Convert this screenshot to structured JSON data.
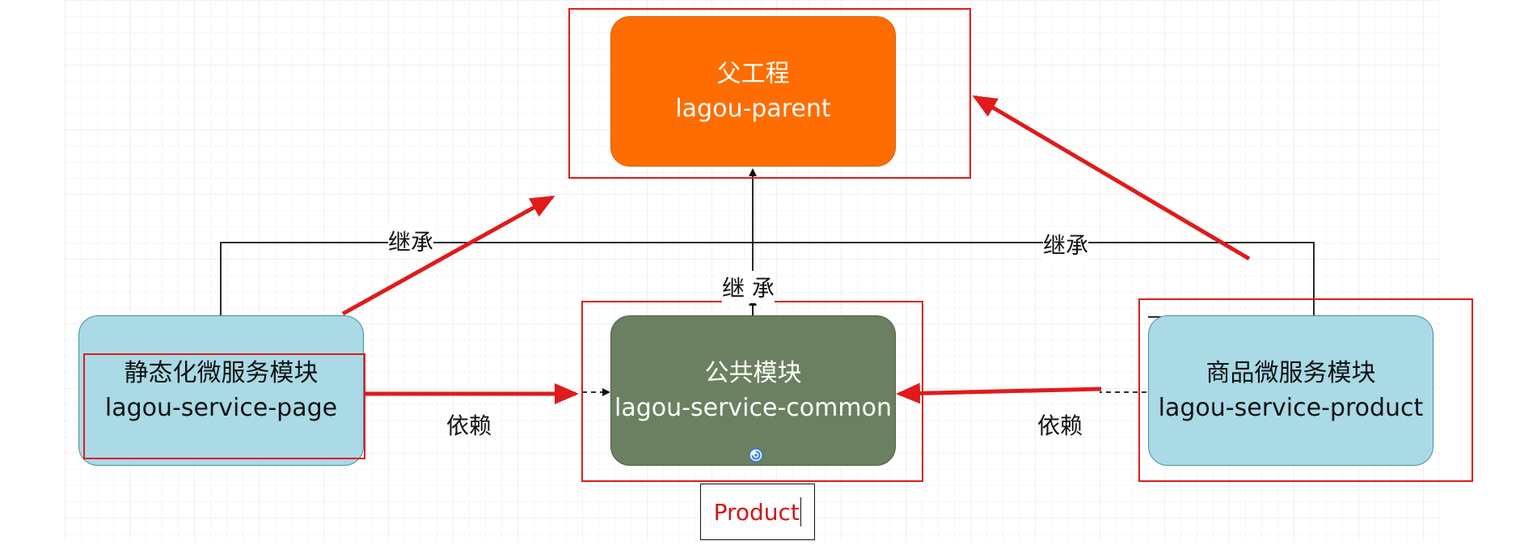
{
  "nodes": {
    "parent": {
      "line1": "父工程",
      "line2": "lagou-parent"
    },
    "common": {
      "line1": "公共模块",
      "line2": "lagou-service-common"
    },
    "page": {
      "line1": "静态化微服务模块",
      "line2": "lagou-service-page"
    },
    "product": {
      "line1": "商品微服务模块",
      "line2": "lagou-service-product"
    }
  },
  "edges": {
    "inherit_left": "继承",
    "inherit_center": "继 承",
    "inherit_right": "继承",
    "depend_left": "依赖",
    "depend_right": "依赖"
  },
  "text_box": {
    "value": "Product"
  },
  "icons": {
    "sync": "sync-icon"
  },
  "colors": {
    "parent_fill": "#ff6d00",
    "common_fill": "#6b8060",
    "module_fill": "#a9dae6",
    "highlight": "#e01b1b",
    "grid": "#e6e6e6"
  }
}
